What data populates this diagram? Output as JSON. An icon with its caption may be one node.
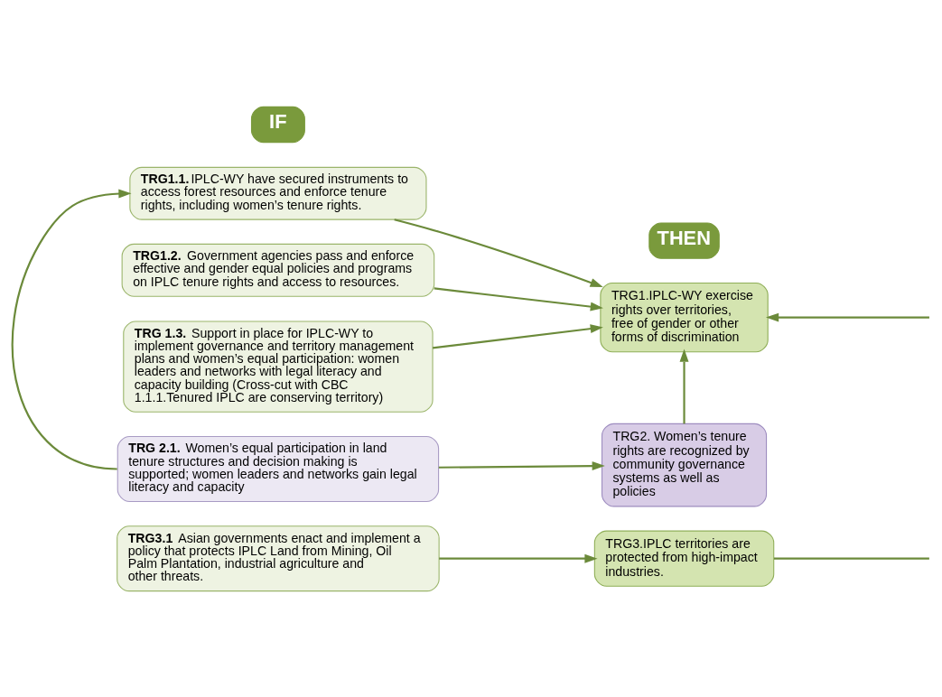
{
  "diagram": {
    "nodes": [
      {
        "text": [
          "IF"
        ]
      },
      {
        "text": [
          "**TRG1.1.**IPLC-WY have secured instruments to access forest resources and enforce tenure rights, including women’s tenure rights."
        ]
      },
      {
        "text": [
          "**TRG1.2.** Government agencies pass and enforce effective and gender equal policies and programs on IPLC tenure rights and access to resources."
        ]
      },
      {
        "text": [
          "**TRG 1.3.** Support in place for IPLC-WY to implement governance and territory management plans and women’s equal participation: women leaders and networks with legal literacy and capacity building (Cross-cut with CBC 1.1.1.Tenured IPLC are conserving territory)"
        ]
      },
      {
        "text": [
          "**TRG 2.1.** Women’s equal participation in land tenure structures and decision making is supported; women leaders and networks gain legal literacy and capacity"
        ]
      },
      {
        "text": [
          "**TRG3.1** Asian governments enact and implement a policy that protects IPLC Land from Mining, Oil Palm Plantation, industrial agriculture and other threats."
        ]
      },
      {
        "text": [
          "THEN"
        ]
      },
      {
        "text": [
          "TRG1.IPLC-WY exercise rights over territories, free of gender or other forms of discrimination"
        ]
      },
      {
        "text": [
          "TRG2. Women’s tenure rights are recognized by community governance systems as well as policies"
        ]
      },
      {
        "text": [
          "TRG3.IPLC territories are protected from high-impact industries."
        ]
      }
    ],
    "edges": [
      {
        "from": 1,
        "to": 7,
        "arrow": "to"
      },
      {
        "from": 2,
        "to": 7,
        "arrow": "to"
      },
      {
        "from": 3,
        "to": 7,
        "arrow": "to"
      },
      {
        "from": 4,
        "to": 1,
        "arrow": "to"
      },
      {
        "from": 4,
        "to": 8,
        "arrow": "to"
      },
      {
        "from": 8,
        "to": 7,
        "arrow": "to"
      },
      {
        "from": null,
        "to": 7,
        "arrow": "to"
      },
      {
        "from": 5,
        "to": 9,
        "arrow": "to"
      },
      {
        "from": 9,
        "to": null,
        "arrow": "none"
      }
    ]
  }
}
